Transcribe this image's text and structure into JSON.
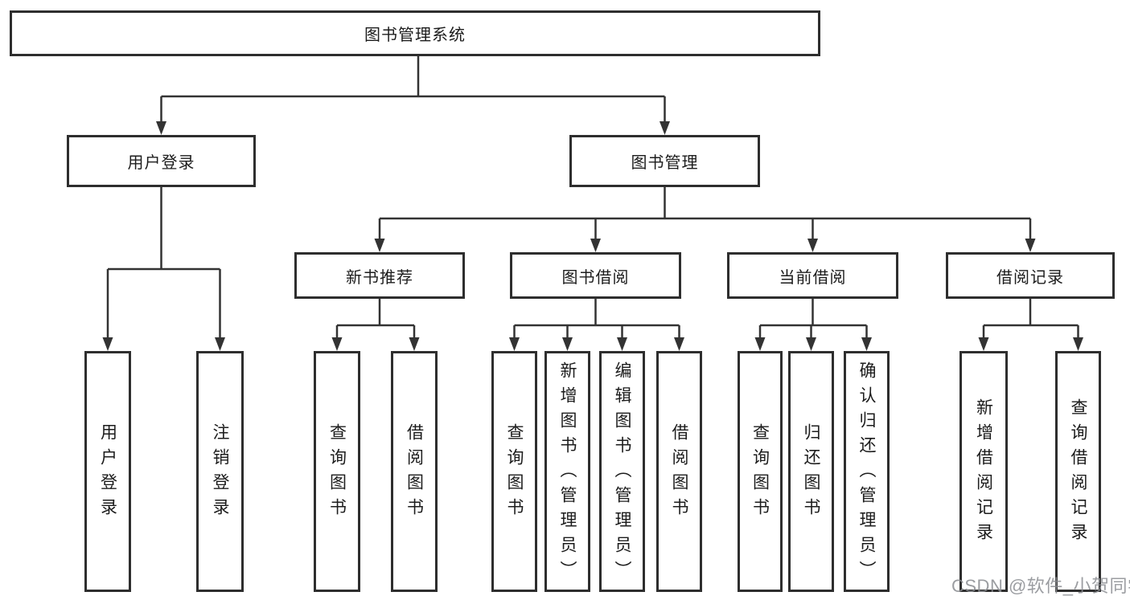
{
  "tree": {
    "label": "图书管理系统",
    "children": [
      {
        "label": "用户登录",
        "children": [
          {
            "label": "用户登录"
          },
          {
            "label": "注销登录"
          }
        ]
      },
      {
        "label": "图书管理",
        "children": [
          {
            "label": "新书推荐",
            "children": [
              {
                "label": "查询图书"
              },
              {
                "label": "借阅图书"
              }
            ]
          },
          {
            "label": "图书借阅",
            "children": [
              {
                "label": "查询图书"
              },
              {
                "label": "新增图书（管理员）"
              },
              {
                "label": "编辑图书（管理员）"
              },
              {
                "label": "借阅图书"
              }
            ]
          },
          {
            "label": "当前借阅",
            "children": [
              {
                "label": "查询图书"
              },
              {
                "label": "归还图书"
              },
              {
                "label": "确认归还（管理员）"
              }
            ]
          },
          {
            "label": "借阅记录",
            "children": [
              {
                "label": "新增借阅记录"
              },
              {
                "label": "查询借阅记录"
              }
            ]
          }
        ]
      }
    ]
  },
  "watermark": {
    "text": "CSDN @软件_小贺同学"
  },
  "colors": {
    "line": "#333333",
    "box_border": "#2e2e2e",
    "text": "#1c1c1c",
    "background": "#ffffff",
    "watermark_gray": "#8a8c90"
  }
}
